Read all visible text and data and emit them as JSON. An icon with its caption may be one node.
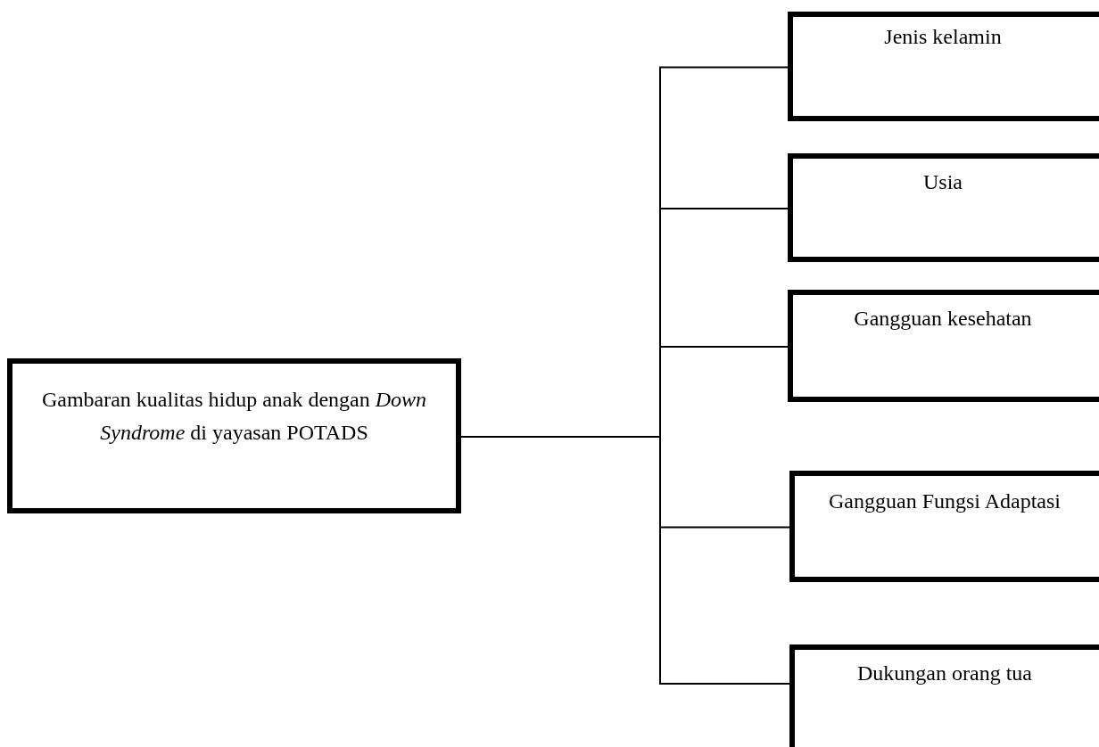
{
  "diagram": {
    "nodes": [
      {
        "text": [
          "Gambaran kualitas hidup anak dengan *Down Syndrome* di yayasan POTADS"
        ]
      },
      {
        "text": [
          "Jenis kelamin"
        ]
      },
      {
        "text": [
          "Usia"
        ]
      },
      {
        "text": [
          "Gangguan kesehatan"
        ]
      },
      {
        "text": [
          "Gangguan Fungsi Adaptasi"
        ]
      },
      {
        "text": [
          "Dukungan orang tua"
        ]
      }
    ],
    "edges": [
      {
        "from": 0,
        "to": 1,
        "arrow": "none"
      },
      {
        "from": 0,
        "to": 2,
        "arrow": "none"
      },
      {
        "from": 0,
        "to": 3,
        "arrow": "none"
      },
      {
        "from": 0,
        "to": 4,
        "arrow": "none"
      },
      {
        "from": 0,
        "to": 5,
        "arrow": "none"
      }
    ]
  }
}
